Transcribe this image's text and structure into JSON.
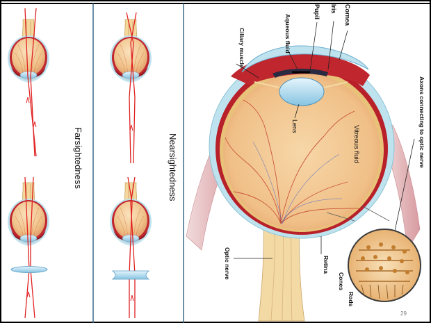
{
  "slide": {
    "page_number": "29",
    "left_panel": {
      "label": "Farsightedness"
    },
    "middle_panel": {
      "label": "Nearsightedness"
    }
  },
  "eye_anatomy": {
    "labels": {
      "cornea": "Cornea",
      "iris": "Iris",
      "pupil": "Pupil",
      "aqueous_fluid": "Aqueous fluid",
      "ciliary_muscle": "Ciliary muscle",
      "lens": "Lens",
      "vitreous_fluid": "Vitreous fluid",
      "axons": "Axons connecting to optic nerve",
      "optic_nerve": "Optic nerve",
      "retina": "Retina",
      "cones": "Cones",
      "rods": "Rods"
    }
  },
  "colors": {
    "frame": "#000000",
    "divider": "#3a6b8c",
    "ray": "#e02020",
    "sclera": "#a8dbe8",
    "vitreous": "#f2c896",
    "retina_red": "#b8202a",
    "lens_blue": "#9fd0ea"
  }
}
